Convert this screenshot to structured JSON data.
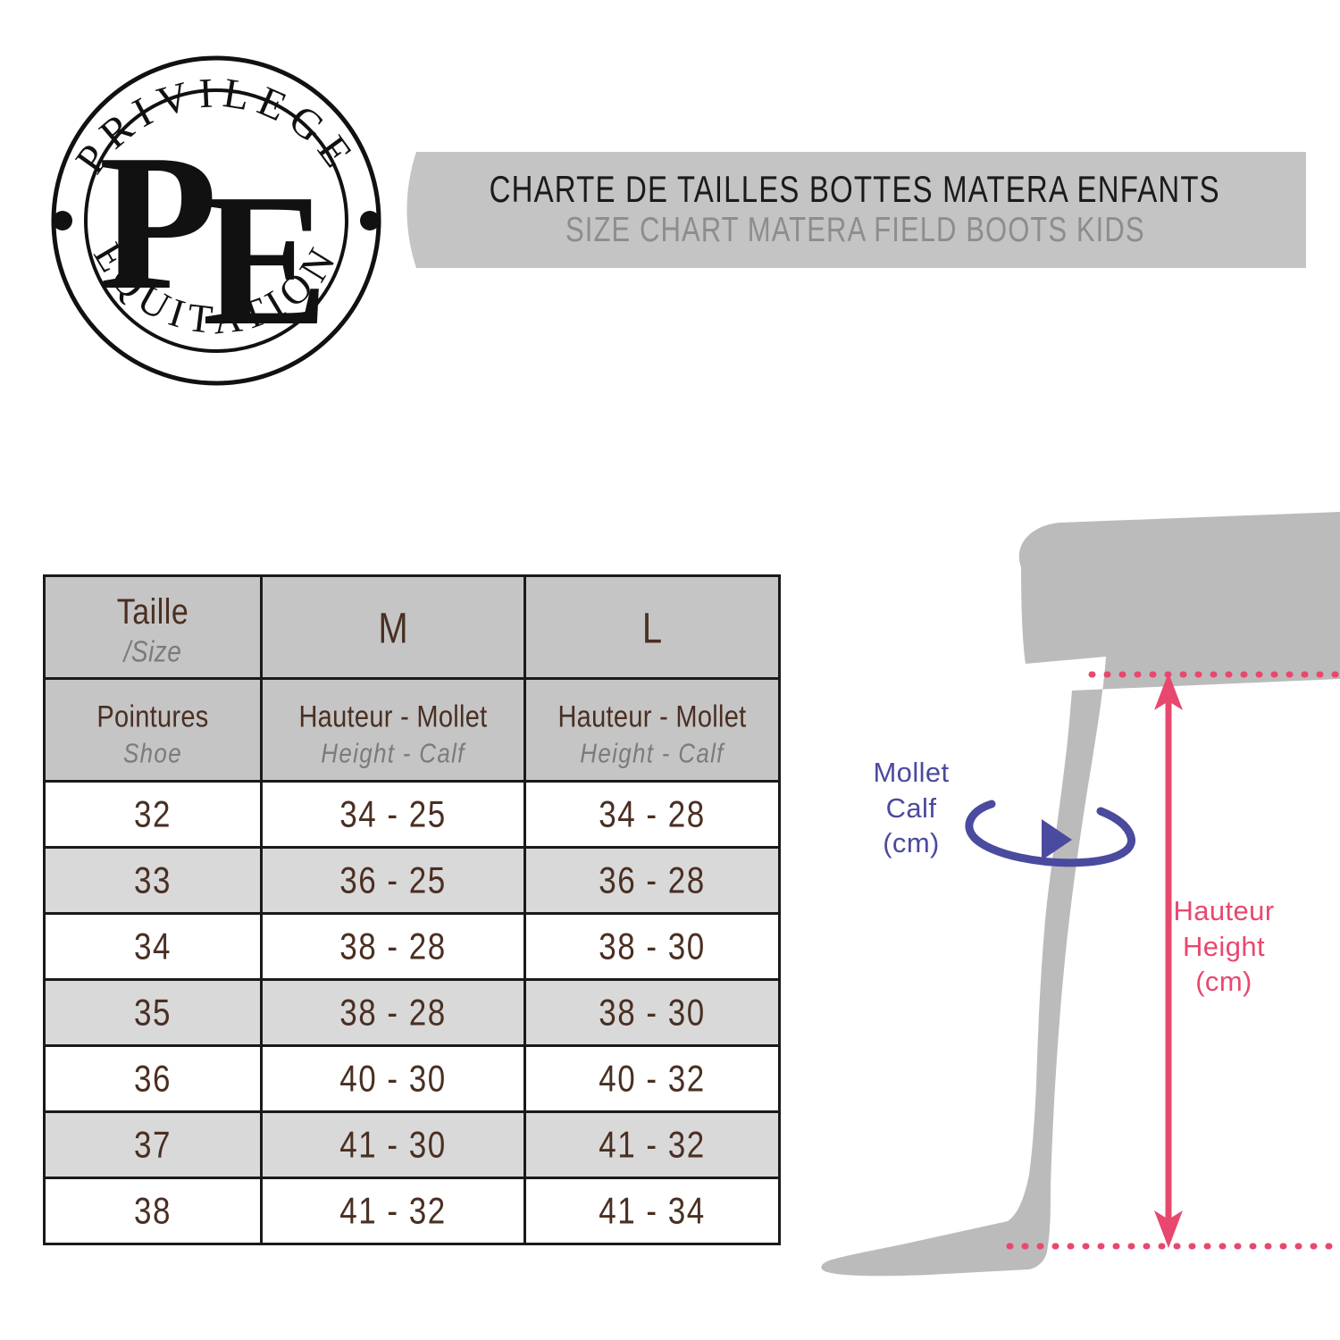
{
  "brand": {
    "logo_top_arc": "PRIVILEGE",
    "logo_bottom_arc": "EQUITATION",
    "logo_monogram": "PE",
    "logo_name": "privilege-equitation-seal"
  },
  "header": {
    "title_fr": "CHARTE DE TAILLES BOTTES MATERA ENFANTS",
    "title_en": "SIZE CHART MATERA FIELD BOOTS KIDS",
    "banner_color": "#c4c4c4",
    "title_fr_color": "#1b1b1b",
    "title_en_color": "#8d8d8d"
  },
  "table": {
    "header_bg": "#c5c5c5",
    "stripe_bg": "#d9d9d9",
    "border_color": "#1a1a1a",
    "text_color_fr": "#4a2f22",
    "text_color_en": "#7b7b7b",
    "group_headers": [
      {
        "fr": "Taille",
        "en": "/Size"
      },
      {
        "fr": "M",
        "en": ""
      },
      {
        "fr": "L",
        "en": ""
      }
    ],
    "sub_headers": [
      {
        "fr": "Pointures",
        "en": "Shoe"
      },
      {
        "fr": "Hauteur - Mollet",
        "en": "Height  -  Calf"
      },
      {
        "fr": "Hauteur - Mollet",
        "en": "Height  -  Calf"
      }
    ],
    "rows": [
      {
        "size": "32",
        "m": "34 - 25",
        "l": "34 - 28"
      },
      {
        "size": "33",
        "m": "36 - 25",
        "l": "36 - 28"
      },
      {
        "size": "34",
        "m": "38 - 28",
        "l": "38 - 30"
      },
      {
        "size": "35",
        "m": "38 - 28",
        "l": "38 - 30"
      },
      {
        "size": "36",
        "m": "40 - 30",
        "l": "40 - 32"
      },
      {
        "size": "37",
        "m": "41 - 30",
        "l": "41 - 32"
      },
      {
        "size": "38",
        "m": "41 - 32",
        "l": "41 - 34"
      }
    ]
  },
  "diagram": {
    "leg_color": "#bbbbbb",
    "calf_color": "#4a4a9e",
    "height_color": "#e8486e",
    "calf_label": {
      "fr": "Mollet",
      "en": "Calf",
      "unit": "(cm)"
    },
    "height_label": {
      "fr": "Hauteur",
      "en": "Height",
      "unit": "(cm)"
    }
  }
}
